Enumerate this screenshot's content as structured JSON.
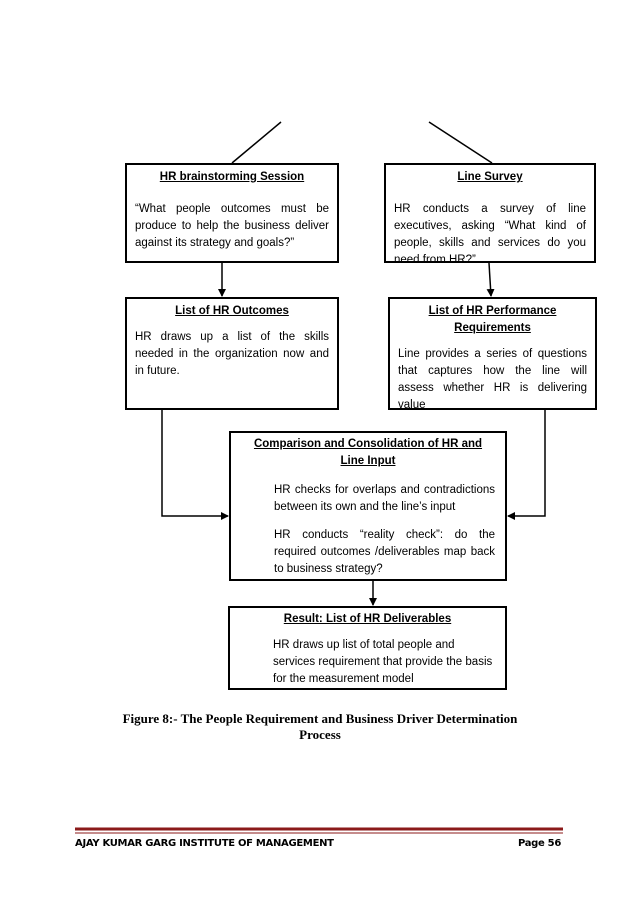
{
  "diagram": {
    "boxes": {
      "hr_brainstorming": {
        "title": "HR brainstorming Session",
        "text": "“What people outcomes must be produce to help the business deliver against its strategy and goals?”"
      },
      "line_survey": {
        "title": "Line Survey",
        "text": "HR conducts a survey of line executives, asking “What kind of people, skills and services do you need from HR?”"
      },
      "hr_outcomes": {
        "title": "List of HR Outcomes",
        "text": "HR draws up a list of the skills needed in the organization now and in future."
      },
      "hr_performance": {
        "title": "List of HR Performance Requirements",
        "text": "Line provides a series of questions that captures how the line will assess whether HR is delivering value"
      },
      "comparison": {
        "title": "Comparison and Consolidation of HR and Line Input",
        "text1": "HR checks for overlaps and contradictions between its own and the line’s input",
        "text2": "HR conducts “reality check”: do the required outcomes /deliverables map back to business strategy?"
      },
      "result": {
        "title": "Result: List of HR Deliverables",
        "text": "HR draws up list of total people and services requirement that provide the basis for the measurement model"
      }
    },
    "caption": "Figure 8:- The People Requirement and Business Driver Determination Process"
  },
  "footer": {
    "institute": "AJAY KUMAR GARG INSTITUTE OF MANAGEMENT",
    "page": "Page 56"
  }
}
